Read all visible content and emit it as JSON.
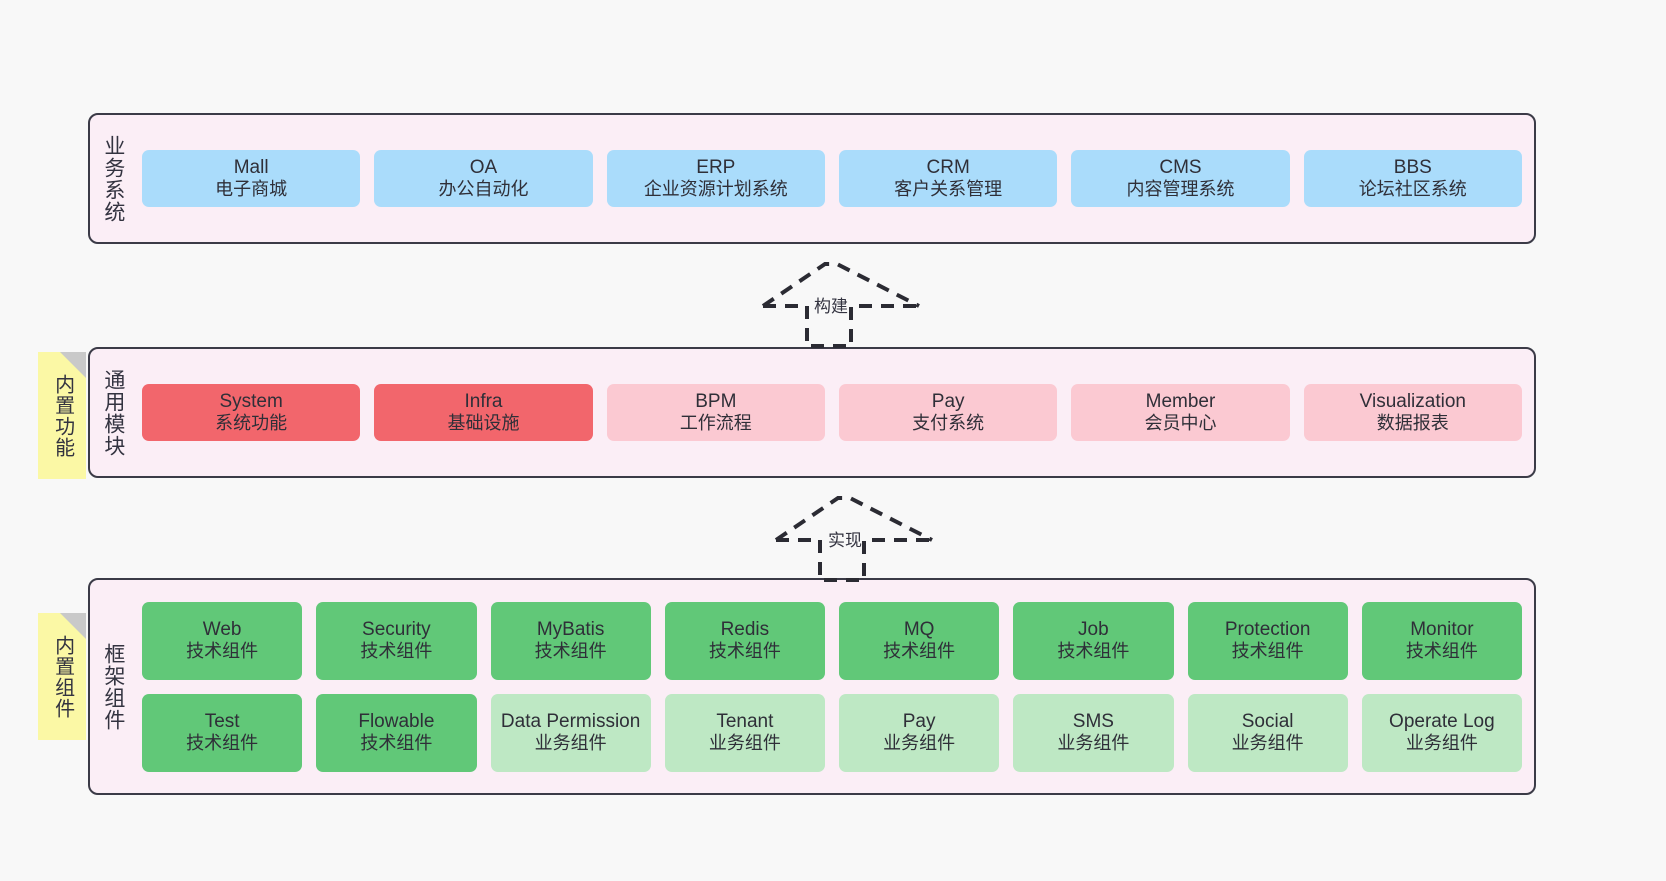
{
  "diagram": {
    "title_hidden": "",
    "layers": [
      {
        "id": "business-system",
        "label": "业务系统",
        "cards": [
          {
            "title": "Mall",
            "subtitle": "电子商城",
            "style": "h-blue"
          },
          {
            "title": "OA",
            "subtitle": "办公自动化",
            "style": "h-blue"
          },
          {
            "title": "ERP",
            "subtitle": "企业资源计划系统",
            "style": "h-blue"
          },
          {
            "title": "CRM",
            "subtitle": "客户关系管理",
            "style": "h-blue"
          },
          {
            "title": "CMS",
            "subtitle": "内容管理系统",
            "style": "h-blue"
          },
          {
            "title": "BBS",
            "subtitle": "论坛社区系统",
            "style": "h-blue"
          }
        ]
      },
      {
        "id": "common-module",
        "label": "通用模块",
        "note": "内置功能",
        "cards": [
          {
            "title": "System",
            "subtitle": "系统功能",
            "style": "h-red"
          },
          {
            "title": "Infra",
            "subtitle": "基础设施",
            "style": "h-red"
          },
          {
            "title": "BPM",
            "subtitle": "工作流程",
            "style": "h-pink"
          },
          {
            "title": "Pay",
            "subtitle": "支付系统",
            "style": "h-pink"
          },
          {
            "title": "Member",
            "subtitle": "会员中心",
            "style": "h-pink"
          },
          {
            "title": "Visualization",
            "subtitle": "数据报表",
            "style": "h-pink"
          }
        ]
      },
      {
        "id": "framework-component",
        "label": "框架组件",
        "note": "内置组件",
        "rows": [
          [
            {
              "title": "Web",
              "subtitle": "技术组件",
              "style": "h-green"
            },
            {
              "title": "Security",
              "subtitle": "技术组件",
              "style": "h-green"
            },
            {
              "title": "MyBatis",
              "subtitle": "技术组件",
              "style": "h-green"
            },
            {
              "title": "Redis",
              "subtitle": "技术组件",
              "style": "h-green"
            },
            {
              "title": "MQ",
              "subtitle": "技术组件",
              "style": "h-green"
            },
            {
              "title": "Job",
              "subtitle": "技术组件",
              "style": "h-green"
            },
            {
              "title": "Protection",
              "subtitle": "技术组件",
              "style": "h-green"
            },
            {
              "title": "Monitor",
              "subtitle": "技术组件",
              "style": "h-green"
            }
          ],
          [
            {
              "title": "Test",
              "subtitle": "技术组件",
              "style": "h-green"
            },
            {
              "title": "Flowable",
              "subtitle": "技术组件",
              "style": "h-green"
            },
            {
              "title": "Data Permission",
              "subtitle": "业务组件",
              "style": "h-lgreen"
            },
            {
              "title": "Tenant",
              "subtitle": "业务组件",
              "style": "h-lgreen"
            },
            {
              "title": "Pay",
              "subtitle": "业务组件",
              "style": "h-lgreen"
            },
            {
              "title": "SMS",
              "subtitle": "业务组件",
              "style": "h-lgreen"
            },
            {
              "title": "Social",
              "subtitle": "业务组件",
              "style": "h-lgreen"
            },
            {
              "title": "Operate Log",
              "subtitle": "业务组件",
              "style": "h-lgreen"
            }
          ]
        ]
      }
    ],
    "connectors": [
      {
        "id": "build",
        "label": "构建"
      },
      {
        "id": "implement",
        "label": "实现"
      }
    ],
    "colors": {
      "panel_bg": "#fbeef6",
      "panel_border": "#3b3b47",
      "blue": "#aadcfb",
      "red": "#f2666c",
      "pink": "#fbc9d2",
      "green": "#61c878",
      "light_green": "#bee8c4",
      "note": "#fbf8a5",
      "canvas": "#f8f8f8"
    }
  }
}
